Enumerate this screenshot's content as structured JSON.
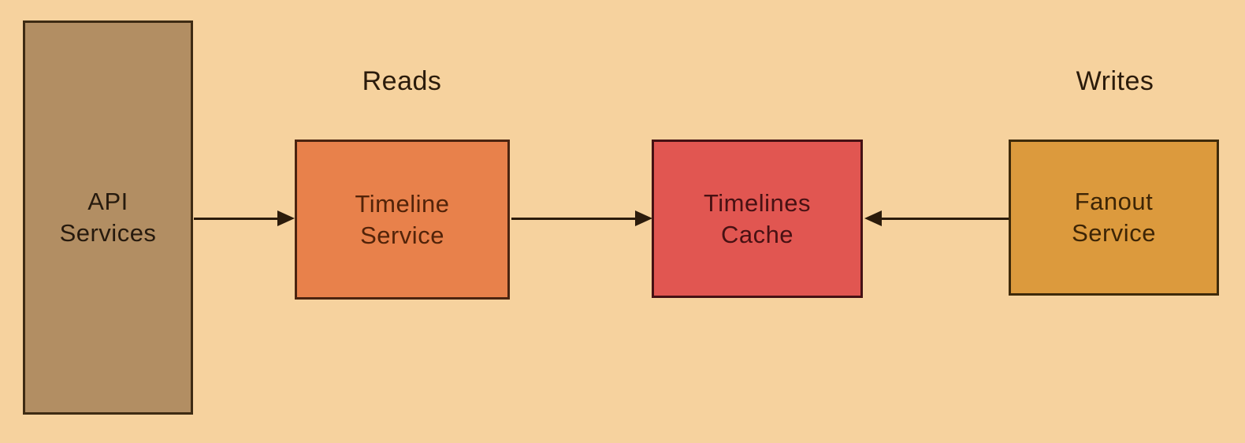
{
  "diagram": {
    "background_color": "#f6d29e",
    "arrow_color": "#2b1b0b",
    "section_labels": {
      "reads": "Reads",
      "writes": "Writes"
    },
    "nodes": {
      "api_services": {
        "lines": [
          "API",
          "Services"
        ],
        "fill": "#b28e63",
        "border": "#3e2b13",
        "text_color": "#261a0e"
      },
      "timeline_service": {
        "lines": [
          "Timeline",
          "Service"
        ],
        "fill": "#e8814b",
        "border": "#4b2410",
        "text_color": "#522309"
      },
      "timelines_cache": {
        "lines": [
          "Timelines",
          "Cache"
        ],
        "fill": "#e15651",
        "border": "#451114",
        "text_color": "#471113"
      },
      "fanout_service": {
        "lines": [
          "Fanout",
          "Service"
        ],
        "fill": "#dc9a3d",
        "border": "#3e2a0a",
        "text_color": "#3d2506"
      }
    },
    "edges": [
      {
        "from": "API Services",
        "to": "Timeline Service",
        "direction": "right"
      },
      {
        "from": "Timeline Service",
        "to": "Timelines Cache",
        "direction": "right"
      },
      {
        "from": "Fanout Service",
        "to": "Timelines Cache",
        "direction": "left"
      }
    ]
  }
}
